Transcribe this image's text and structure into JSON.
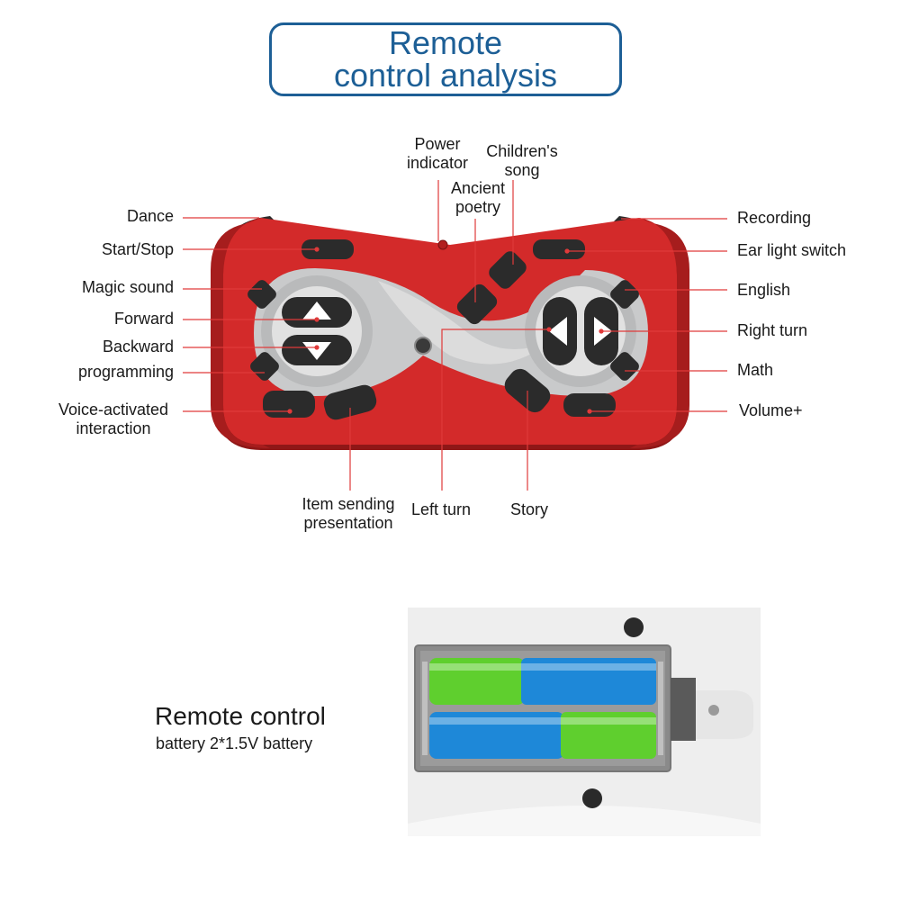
{
  "header": {
    "title_line1": "Remote",
    "title_line2": "control analysis"
  },
  "labels": {
    "dance": "Dance",
    "start_stop": "Start/Stop",
    "magic_sound": "Magic sound",
    "forward": "Forward",
    "backward": "Backward",
    "programming": "programming",
    "voice_line1": "Voice-activated",
    "voice_line2": "interaction",
    "power_line1": "Power",
    "power_line2": "indicator",
    "children_line1": "Children's",
    "children_line2": "song",
    "ancient_line1": "Ancient",
    "ancient_line2": "poetry",
    "recording": "Recording",
    "ear_light": "Ear light switch",
    "english": "English",
    "right_turn": "Right turn",
    "math": "Math",
    "volume": "Volume+",
    "item_line1": "Item sending",
    "item_line2": "presentation",
    "left_turn": "Left turn",
    "story": "Story"
  },
  "battery": {
    "title": "Remote control",
    "subtitle": "battery 2*1.5V battery"
  },
  "colors": {
    "title_blue": "#1d5f96",
    "body_red": "#d32a2a",
    "body_dark_red": "#a61d1d",
    "panel_gray": "#c9cacb",
    "button_dark": "#2b2b2b",
    "leader_line": "#e03a3a",
    "battery_green": "#5fcf2e",
    "battery_blue": "#1e88d8"
  }
}
